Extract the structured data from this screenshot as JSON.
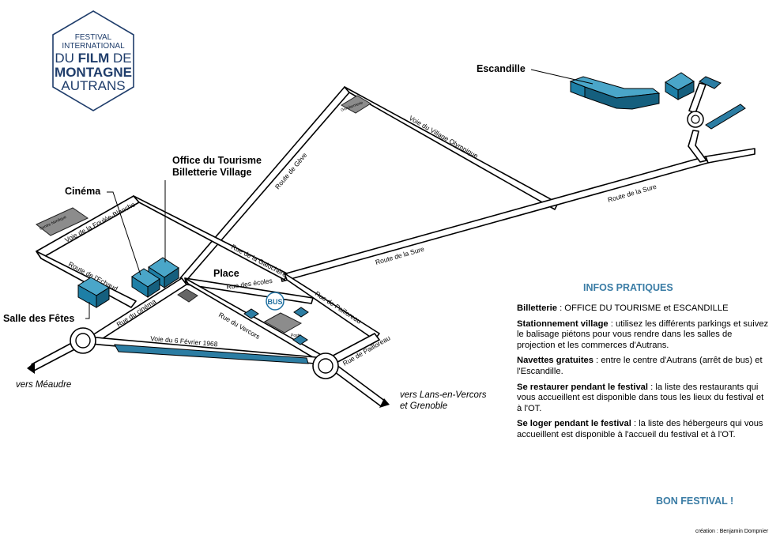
{
  "logo": {
    "line1": "FESTIVAL",
    "line2": "INTERNATIONAL",
    "line3_a": "DU",
    "line3_b": "FILM",
    "line3_c": "DE",
    "line4": "MONTAGNE",
    "line5": "AUTRANS",
    "color": "#1f3d6b"
  },
  "places": {
    "office": [
      "Office du Tourisme",
      "Billetterie Village"
    ],
    "cinema": "Cinéma",
    "salle": "Salle des Fêtes",
    "place": "Place",
    "escandille": "Escandille",
    "bus": "BUS",
    "vers_meaudre": "vers Méaudre",
    "vers_lans": [
      "vers Lans-en-Vercors",
      "et Grenoble"
    ],
    "centre_nordique": "Centre Nordique",
    "gendarmerie": "Gendarmerie",
    "poste": "Poste"
  },
  "streets": {
    "voie_foulee": "Voie de la Foulée-Blanche",
    "route_echaud": "Route de l'Echaud",
    "rue_cinema": "Rue du cinéma",
    "voie_6_fevrier": "Voie du 6 Février 1968",
    "rue_vercors": "Rue du Vercors",
    "rue_ecoles": "Rue des écoles",
    "rue_galochere": "Rue de la Galochère",
    "route_de_la_sure_1": "Route de la Sure",
    "route_de_la_sure_2": "Route de la Sure",
    "rue_pailloreau_1": "Rue de Pailloreau",
    "rue_pailloreau_2": "Rue de Pailloreau",
    "route_geve": "Route de Gève",
    "voie_village_olympique": "Voie du Village Olympique"
  },
  "info": {
    "title": "INFOS PRATIQUES",
    "billetterie_label": "Billetterie",
    "billetterie_text": " : OFFICE DU TOURISME et ESCANDILLE",
    "stationnement_label": "Stationnement village",
    "stationnement_text": " : utilisez les différents parkings et suivez le balisage piétons pour vous rendre dans les salles de projection et les commerces d'Autrans.",
    "navettes_label": "Navettes gratuites",
    "navettes_text": " : entre le centre d'Autrans (arrêt de bus) et l'Escandille.",
    "restaurer_label": "Se restaurer pendant le festival",
    "restaurer_text": " : la liste des restaurants qui vous accueillent est disponible dans tous les lieux du festival et à l'OT.",
    "loger_label": "Se loger pendant le festival",
    "loger_text": " : la liste des hébergeurs qui vous accueillent est disponible à l'accueil du festival et à l'OT.",
    "bon_festival": "BON FESTIVAL !",
    "credit": "création : Benjamin Dompnier"
  },
  "colors": {
    "building_blue": "#1e7fa6",
    "building_blue_dark": "#155f7e",
    "parking_grey": "#808080",
    "parking_bay": "#2c7da3",
    "accent": "#3a7ca5"
  }
}
